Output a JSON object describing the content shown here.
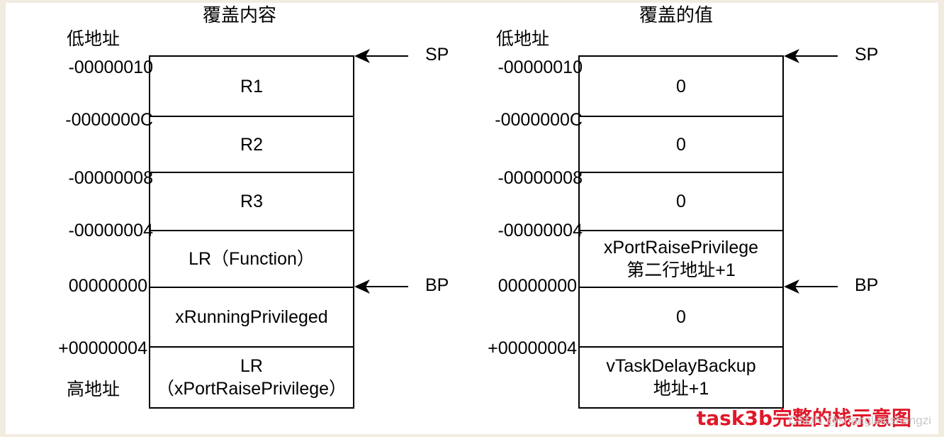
{
  "left_panel": {
    "title": "覆盖内容",
    "low_address_label": "低地址",
    "high_address_label": "高地址",
    "addresses": [
      "-00000010",
      "-0000000C",
      "-00000008",
      "-00000004",
      "00000000",
      "+00000004"
    ],
    "cells": [
      {
        "lines": [
          "R1"
        ]
      },
      {
        "lines": [
          "R2"
        ]
      },
      {
        "lines": [
          "R3"
        ]
      },
      {
        "lines": [
          "LR（Function）"
        ]
      },
      {
        "lines": [
          "xRunningPrivileged"
        ]
      },
      {
        "lines": [
          "LR",
          "（xPortRaisePrivilege）"
        ]
      }
    ],
    "sp_label": "SP",
    "bp_label": "BP"
  },
  "right_panel": {
    "title": "覆盖的值",
    "low_address_label": "低地址",
    "addresses": [
      "-00000010",
      "-0000000C",
      "-00000008",
      "-00000004",
      "00000000",
      "+00000004"
    ],
    "cells": [
      {
        "lines": [
          "0"
        ]
      },
      {
        "lines": [
          "0"
        ]
      },
      {
        "lines": [
          "0"
        ]
      },
      {
        "lines": [
          "xPortRaisePrivilege",
          "第二行地址+1"
        ]
      },
      {
        "lines": [
          "0"
        ]
      },
      {
        "lines": [
          "vTaskDelayBackup",
          "地址+1"
        ]
      }
    ],
    "sp_label": "SP",
    "bp_label": "BP"
  },
  "footer_caption": "task3b完整的栈示意图",
  "watermark": "CSDN @shanglianshengzi",
  "colors": {
    "caption": "#e0182a",
    "background": "#ffffff",
    "frame": "#f2ebe0",
    "line": "#000000"
  }
}
